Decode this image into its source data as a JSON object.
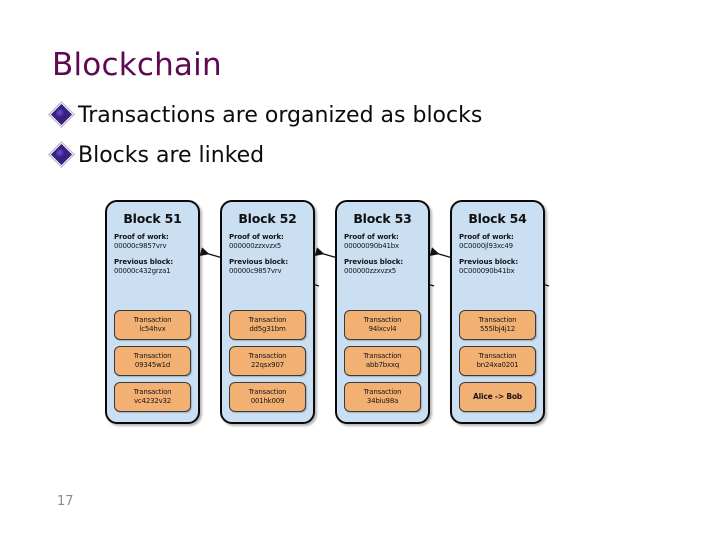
{
  "slide": {
    "title": "Blockchain",
    "page_number": "17",
    "title_color": "#5e0a52",
    "bullets": [
      {
        "text": "Transactions are organized as blocks"
      },
      {
        "text": "Blocks are linked"
      }
    ]
  },
  "diagram": {
    "type": "blockchain-chain",
    "block_fill": "#cbdff3",
    "transaction_fill": "#f3b073",
    "proof_label": "Proof of work:",
    "previous_label": "Previous block:",
    "transaction_label": "Transaction",
    "blocks": [
      {
        "title": "Block 51",
        "proof_of_work": "00000c9857vrv",
        "previous_block": "00000c432grza1",
        "transactions": [
          {
            "label": "Transaction",
            "id": "lc54hvx",
            "highlight": false
          },
          {
            "label": "Transaction",
            "id": "09345w1d",
            "highlight": false
          },
          {
            "label": "Transaction",
            "id": "vc4232v32",
            "highlight": false
          }
        ]
      },
      {
        "title": "Block 52",
        "proof_of_work": "000000zzxvzx5",
        "previous_block": "00000c9857vrv",
        "transactions": [
          {
            "label": "Transaction",
            "id": "dd5g31bm",
            "highlight": false
          },
          {
            "label": "Transaction",
            "id": "22qsx907",
            "highlight": false
          },
          {
            "label": "Transaction",
            "id": "001hk009",
            "highlight": false
          }
        ]
      },
      {
        "title": "Block 53",
        "proof_of_work": "00000090b41bx",
        "previous_block": "000000zzxvzx5",
        "transactions": [
          {
            "label": "Transaction",
            "id": "94lxcvl4",
            "highlight": false
          },
          {
            "label": "Transaction",
            "id": "abb7bxxq",
            "highlight": false
          },
          {
            "label": "Transaction",
            "id": "34biu98a",
            "highlight": false
          }
        ]
      },
      {
        "title": "Block 54",
        "proof_of_work": "0C0000jl93xc49",
        "previous_block": "0C000090b41bx",
        "transactions": [
          {
            "label": "Transaction",
            "id": "555lbj4j12",
            "highlight": false
          },
          {
            "label": "Transaction",
            "id": "bn24xa0201",
            "highlight": false
          },
          {
            "label": "Alice -> Bob",
            "id": "",
            "highlight": true
          }
        ]
      }
    ]
  }
}
